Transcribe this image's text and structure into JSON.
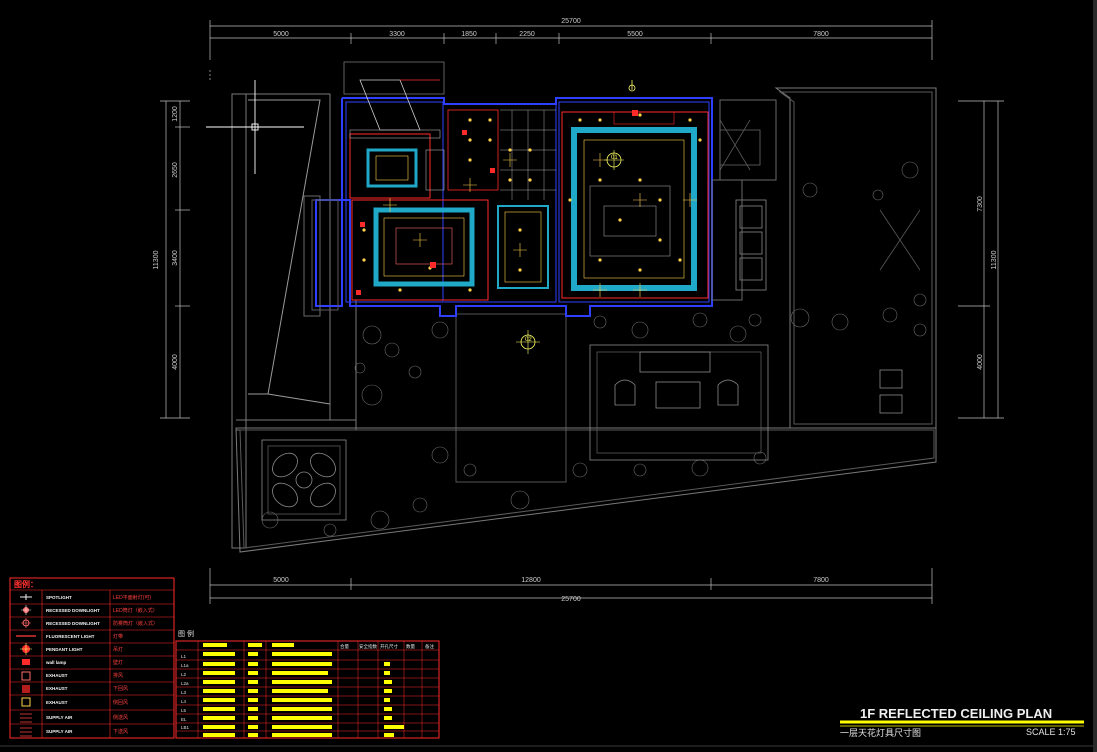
{
  "drawing": {
    "top_dims": [
      "5000",
      "3300",
      "1850",
      "2250",
      "5500",
      "7800"
    ],
    "top_total": "25700",
    "bottom_dims": [
      "5000",
      "12800",
      "7800"
    ],
    "bottom_total": "25700",
    "left_total": "11300",
    "left_dims": [
      "1200",
      "2650",
      "3400",
      "4000"
    ],
    "right_total": "11300",
    "right_dims": [
      "7300",
      "4000"
    ],
    "tag_01": "01",
    "tag_02": "02"
  },
  "legend": {
    "title": "图例：",
    "rows": [
      {
        "icon": "spotlight-icon",
        "name": "SPOTLIGHT",
        "desc": "LED平面射灯(可)"
      },
      {
        "icon": "recessed-downlight-icon",
        "name": "RECESSED DOWNLIGHT",
        "desc": "LED筒灯（嵌入式）"
      },
      {
        "icon": "recessed-downlight-2-icon",
        "name": "RECESSED DOWNLIGHT",
        "desc": "防雾筒灯（嵌入式）"
      },
      {
        "icon": "fluorescent-light-icon",
        "name": "FLUORESCENT LIGHT",
        "desc": "灯带"
      },
      {
        "icon": "pendant-light-icon",
        "name": "PENDANT LIGHT",
        "desc": "吊灯"
      },
      {
        "icon": "wall-lamp-icon",
        "name": "wall lamp",
        "desc": "壁灯"
      },
      {
        "icon": "exhaust-icon",
        "name": "EXHAUST",
        "desc": "排风"
      },
      {
        "icon": "exhaust-2-icon",
        "name": "EXHAUST",
        "desc": "下回风"
      },
      {
        "icon": "exhaust-3-icon",
        "name": "EXHAUST",
        "desc": "侧回风"
      },
      {
        "icon": "supply-air-icon",
        "name": "SUPPLY AIR",
        "desc": "侧送风"
      },
      {
        "icon": "supply-air-2-icon",
        "name": "SUPPLY AIR",
        "desc": "下送风"
      }
    ]
  },
  "schedule": {
    "title": "图  例",
    "headers": [
      "合量",
      "安全指数",
      "开孔尺寸",
      "数量",
      "备注"
    ],
    "codes": [
      "L1",
      "L1a",
      "L2",
      "L2a",
      "L3",
      "L4",
      "L5",
      "EL",
      "LB1"
    ]
  },
  "title_block": {
    "title": "1F  REFLECTED CEILING PLAN",
    "subtitle": "一层天花灯具尺寸图",
    "scale": "SCALE 1:75"
  },
  "colors": {
    "background": "#000000",
    "wall_blue": "#2f3fff",
    "ceiling_cyan": "#1fa8c8",
    "light_red": "#ff2a2a",
    "grey_line": "#7a7a7a",
    "yellow": "#ffff00",
    "dim_line": "#bfbfbf"
  }
}
